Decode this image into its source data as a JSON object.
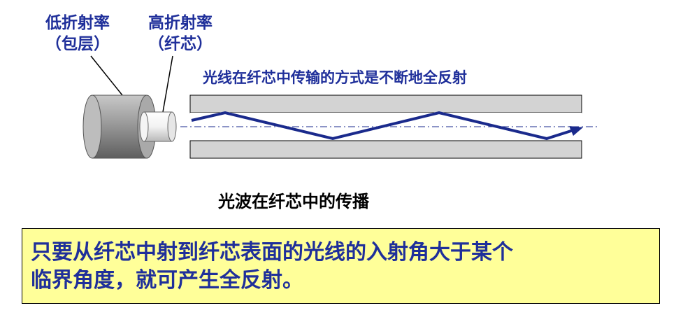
{
  "labels": {
    "cladding": "低折射率\n（包层）",
    "core": "高折射率\n（纤芯）"
  },
  "heading": "光线在纤芯中传输的方式是不断地全反射",
  "caption": "光波在纤芯中的传播",
  "note": "只要从纤芯中射到纤芯表面的光线的入射角大于某个\n临界角度，就可产生全反射。",
  "colors": {
    "text_blue": "#1f2f9a",
    "ray_blue": "#1a2a8c",
    "cladding_gray": "#d3d3d3",
    "note_bg": "#ffff99"
  }
}
